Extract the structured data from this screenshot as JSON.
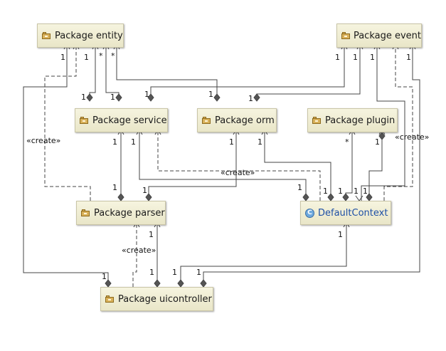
{
  "nodes": {
    "entity": {
      "label": "Package entity",
      "icon": "package-icon"
    },
    "event": {
      "label": "Package event",
      "icon": "package-icon"
    },
    "service": {
      "label": "Package service",
      "icon": "package-icon"
    },
    "orm": {
      "label": "Package orm",
      "icon": "package-icon"
    },
    "plugin": {
      "label": "Package plugin",
      "icon": "package-icon"
    },
    "parser": {
      "label": "Package parser",
      "icon": "package-icon"
    },
    "context": {
      "label": "DefaultContext",
      "icon": "class-icon",
      "icon_glyph": "C"
    },
    "uicontroller": {
      "label": "Package uicontroller",
      "icon": "package-icon"
    }
  },
  "labels": {
    "one": "1",
    "many": "*",
    "create": "«create»"
  },
  "colors": {
    "node_fill": "#eeebd2",
    "node_border": "#c9c5a7",
    "edge": "#444444",
    "class_text": "#1d4fa5"
  }
}
